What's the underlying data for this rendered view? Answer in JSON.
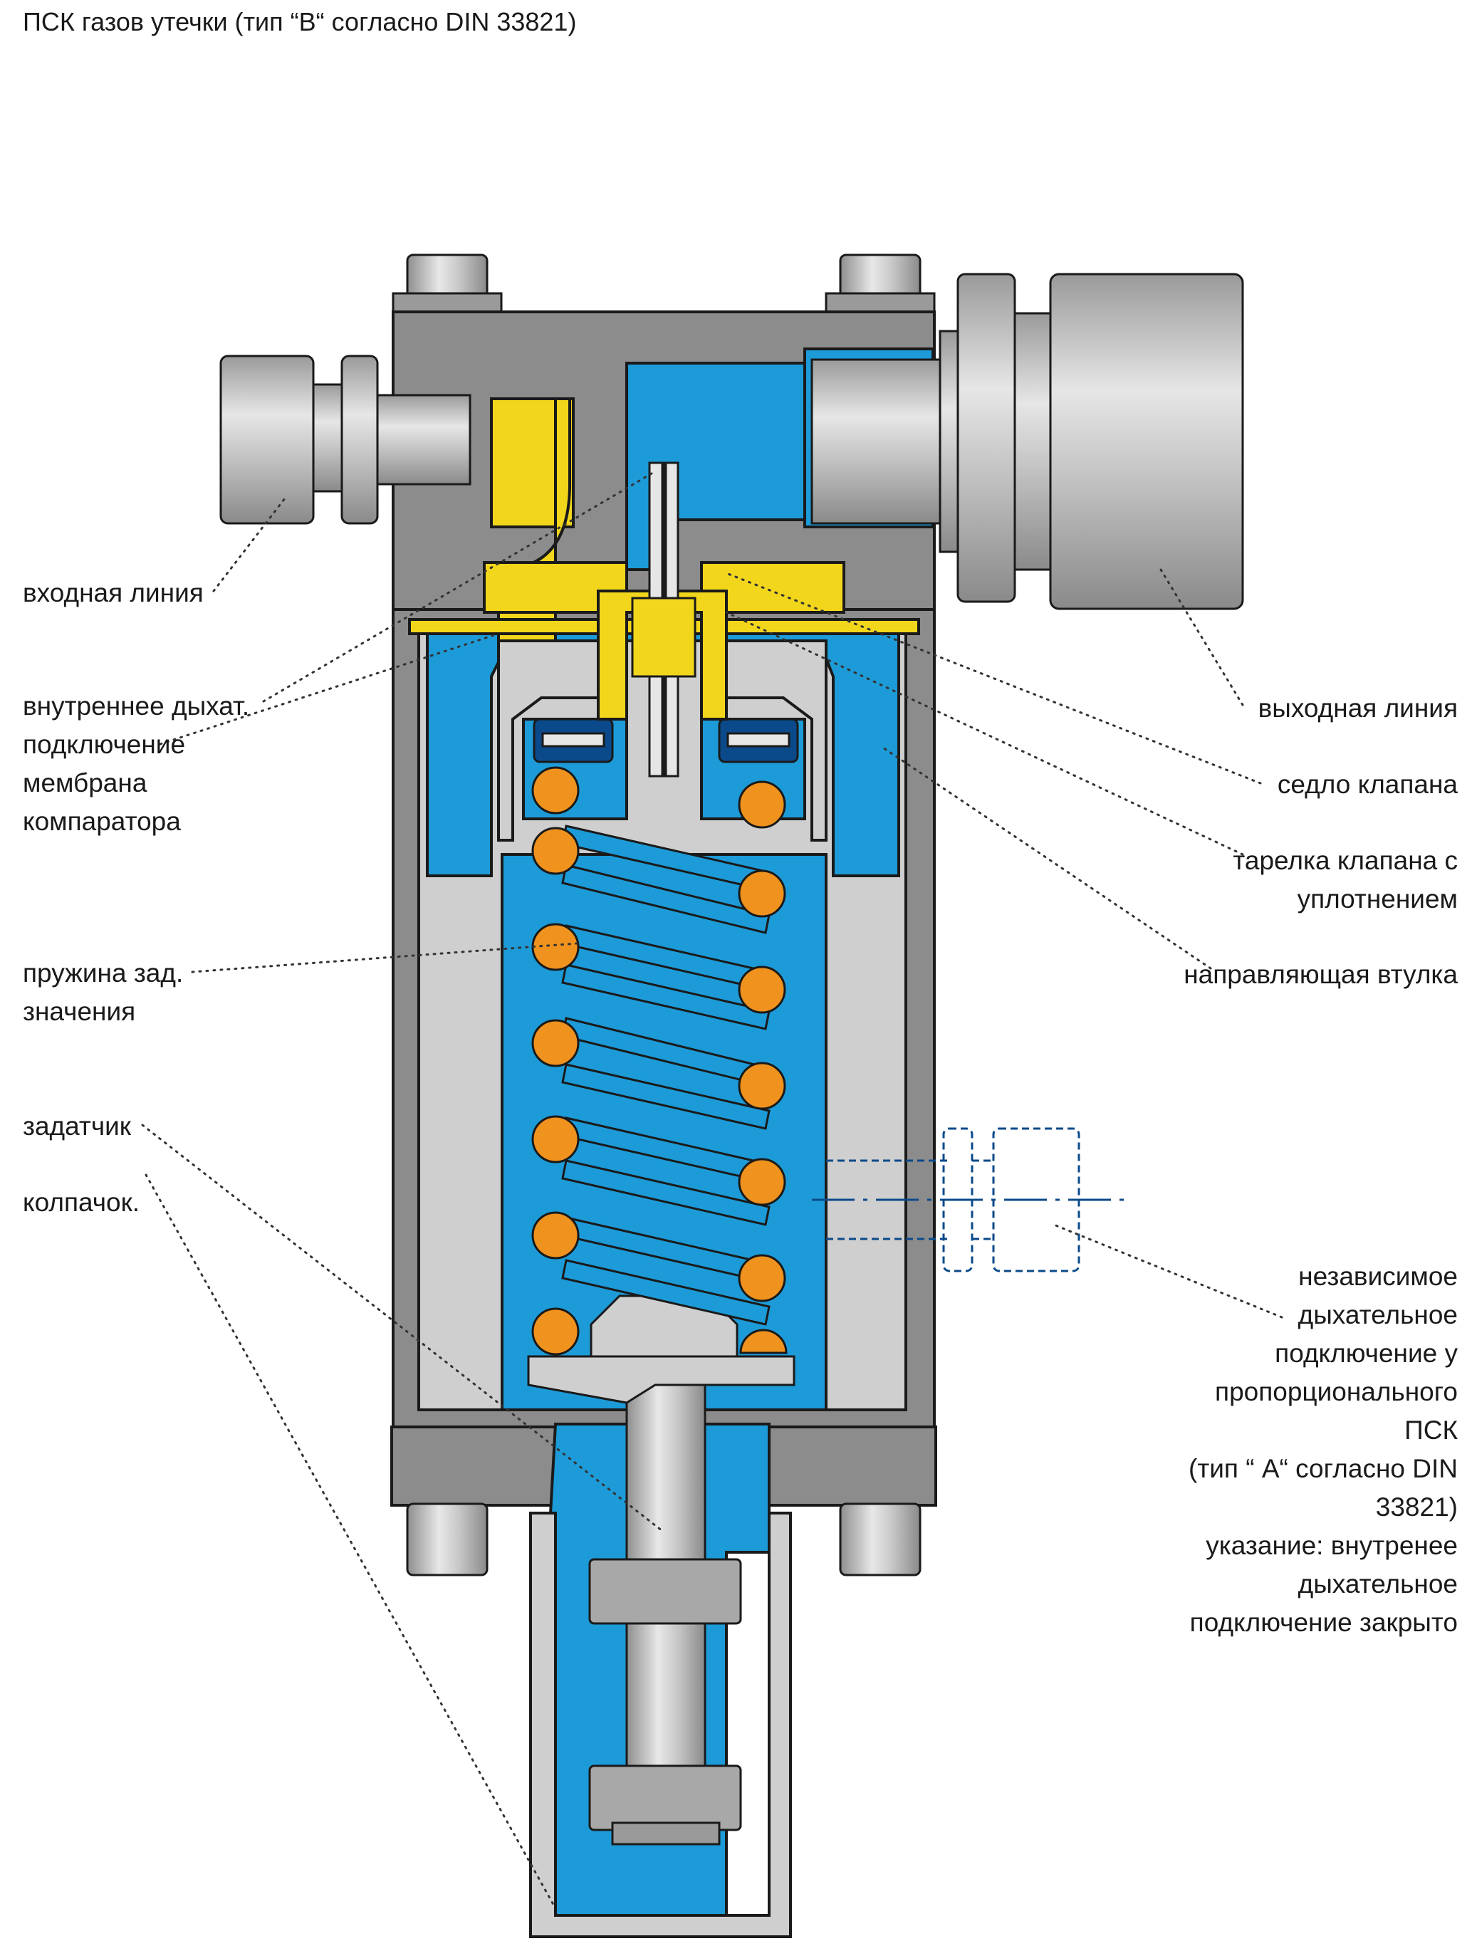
{
  "title": "ПСК газов утечки (тип “B“ согласно DIN 33821)",
  "labels": {
    "inlet": [
      "входная линия"
    ],
    "breath_internal": [
      "внутреннее дыхат.",
      "подключение"
    ],
    "membrane": [
      "мембрана",
      "компаратора"
    ],
    "spring": [
      "пружина зад.",
      "значения"
    ],
    "setter": [
      "задатчик"
    ],
    "cap": [
      "колпачок."
    ],
    "outlet": [
      "выходная линия"
    ],
    "valve_seat": [
      "седло клапана"
    ],
    "valve_disc": [
      "тарелка клапана с",
      "уплотнением"
    ],
    "guide_bush": [
      "направляющая втулка"
    ],
    "independent": [
      "независимое",
      "дыхательное",
      "подключение у",
      "пропорционального",
      "ПСК",
      "(тип “ A“ согласно DIN",
      "33821)",
      "указание: внутренее",
      "дыхательное",
      "подключение закрыто"
    ]
  },
  "colors": {
    "body_gray": "#8c8c8c",
    "light_gray": "#cfcfcf",
    "fluid_blue": "#1d9bd8",
    "brass_yellow": "#f2d61c",
    "spring_orange": "#f0921e",
    "leader_line": "#333333",
    "dashed_blue": "#0b4a8a"
  }
}
